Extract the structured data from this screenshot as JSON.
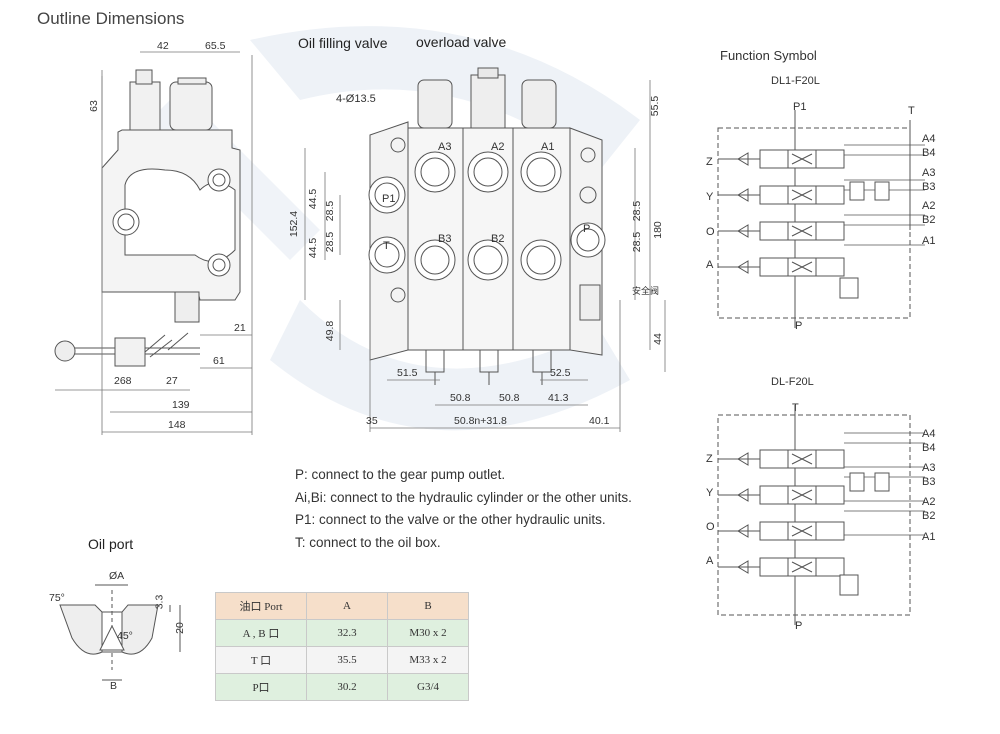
{
  "title": "Outline Dimensions",
  "callouts": {
    "oil_filling_valve": "Oil filling valve",
    "overload_valve": "overload valve",
    "bolt_holes": "4-Ø13.5",
    "safety_valve": "安全阀"
  },
  "side_view_dims": [
    "42",
    "65.5",
    "63",
    "21",
    "61",
    "268",
    "27",
    "139",
    "148"
  ],
  "front_view_dims": [
    "55.5",
    "152.4",
    "44.5",
    "28.5",
    "28.5",
    "44.5",
    "49.8",
    "28.5",
    "28.5",
    "180",
    "44",
    "51.5",
    "52.5",
    "50.8",
    "50.8",
    "41.3",
    "35",
    "50.8n+31.8",
    "40.1"
  ],
  "port_labels": [
    "A3",
    "A2",
    "A1",
    "P1",
    "B3",
    "B2",
    "P",
    "T"
  ],
  "notes": [
    "P: connect to the gear pump outlet.",
    "Ai,Bi: connect to the hydraulic cylinder or the other units.",
    "P1: connect to the valve or the other hydraulic units.",
    "T: connect to the oil box."
  ],
  "oil_port": {
    "title": "Oil port",
    "dims": {
      "diameter": "ØA",
      "angle1": "75°",
      "angle2": "45°",
      "depth1": "3.3",
      "depth2": "20",
      "width": "B"
    }
  },
  "port_table": {
    "headers": [
      "油口 Port",
      "A",
      "B"
    ],
    "rows": [
      [
        "A , B 口",
        "32.3",
        "M30 x 2"
      ],
      [
        "T 口",
        "35.5",
        "M33 x 2"
      ],
      [
        "P口",
        "30.2",
        "G3/4"
      ]
    ]
  },
  "function_symbol": {
    "title": "Function Symbol",
    "diagram1": {
      "model": "DL1-F20L",
      "top_labels": [
        "P1",
        "T"
      ],
      "bottom_label": "P",
      "left_labels": [
        "Z",
        "Y",
        "O",
        "A"
      ],
      "right_labels": [
        "A4",
        "B4",
        "A3",
        "B3",
        "A2",
        "B2",
        "A1"
      ]
    },
    "diagram2": {
      "model": "DL-F20L",
      "top_labels": [
        "T"
      ],
      "bottom_label": "P",
      "left_labels": [
        "Z",
        "Y",
        "O",
        "A"
      ],
      "right_labels": [
        "A4",
        "B4",
        "A3",
        "B3",
        "A2",
        "B2",
        "A1"
      ]
    }
  },
  "colors": {
    "line": "#555555",
    "watermark": "#e8edf4",
    "table_header": "#f6dfca",
    "table_green": "#dff0df",
    "table_gray": "#f4f4f4"
  }
}
